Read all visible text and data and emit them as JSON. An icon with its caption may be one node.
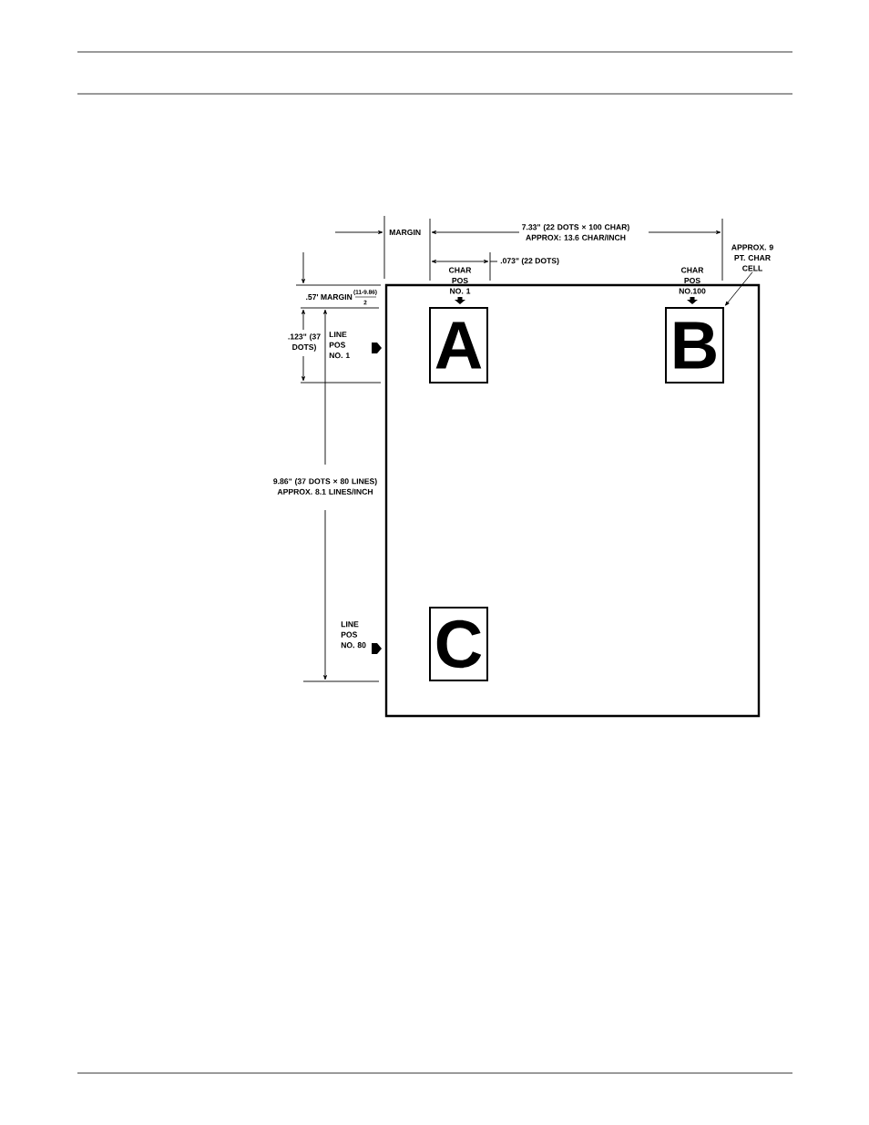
{
  "diagram": {
    "nodes": [
      {
        "text": [],
        "shape": "box"
      },
      {
        "text": [
          "A"
        ],
        "in": 0
      },
      {
        "text": [
          "B"
        ],
        "in": 0
      },
      {
        "text": [
          "C"
        ],
        "in": 0
      },
      {
        "text": [
          "APPROX. 9 PT. CHAR CELL"
        ]
      }
    ],
    "edges": [
      {
        "from": 4,
        "to": 2,
        "arrow": "to"
      }
    ],
    "labels": [
      "MARGIN",
      "7.33\" (22 DOTS × 100 CHAR) APPROX: 13.6 CHAR/INCH",
      ".073\" (22 DOTS)",
      "CHAR POS NO. 1",
      "CHAR POS NO.100",
      ".57' MARGIN",
      "(11-9.86)",
      "2",
      ".123\" (37 DOTS)",
      "LINE POS NO. 1",
      "9.86\" (37 DOTS × 80 LINES) APPROX. 8.1 LINES/INCH",
      "LINE POS NO. 80"
    ]
  }
}
